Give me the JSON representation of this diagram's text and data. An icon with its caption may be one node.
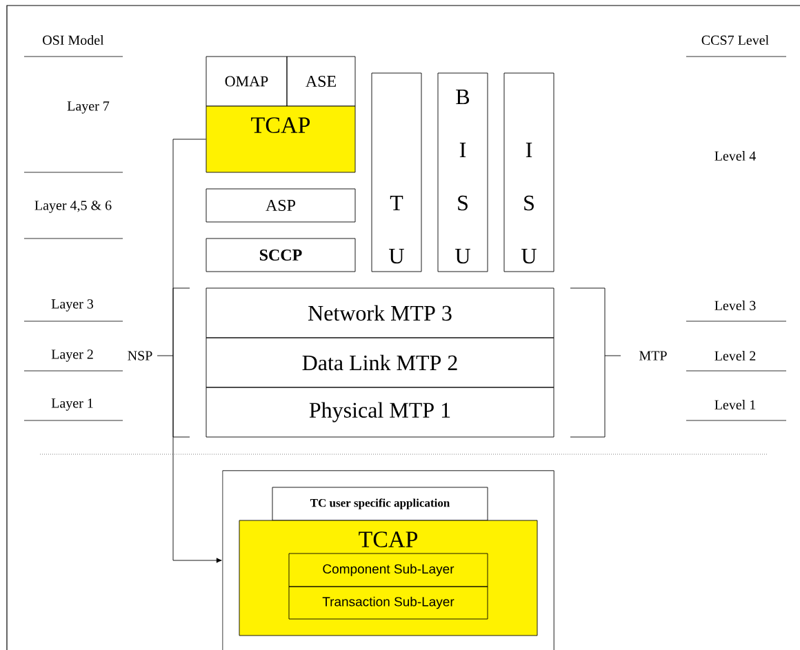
{
  "diagram": {
    "nodes": [
      {
        "text": [
          "OMAP"
        ]
      },
      {
        "text": [
          "ASE"
        ]
      },
      {
        "text": [
          "TCAP"
        ]
      },
      {
        "text": [
          "ASP"
        ]
      },
      {
        "text": [
          "SCCP"
        ]
      },
      {
        "text": [
          "T U"
        ]
      },
      {
        "text": [
          "B I S U"
        ]
      },
      {
        "text": [
          "I S U"
        ]
      },
      {
        "text": [
          "Network MTP 3"
        ]
      },
      {
        "text": [
          "Data Link MTP 2"
        ]
      },
      {
        "text": [
          "Physical MTP 1"
        ]
      },
      {
        "text": [],
        "shape": "box"
      },
      {
        "text": [
          "TC user specific application"
        ],
        "in": 11
      },
      {
        "text": [
          "TCAP"
        ],
        "in": 11
      },
      {
        "text": [
          "Component Sub-Layer"
        ],
        "in": 13
      },
      {
        "text": [
          "Transaction Sub-Layer"
        ],
        "in": 13
      }
    ],
    "edges": [
      {
        "from": 2,
        "to": 11,
        "arrow": "to"
      }
    ],
    "labels": [
      "OSI Model",
      "CCS7 Level",
      "Layer 7",
      "Level 4",
      "Layer 4,5 & 6",
      "Layer 3",
      "Level 3",
      "Layer 2",
      "NSP",
      "MTP",
      "Level 2",
      "Layer 1",
      "Level 1"
    ]
  }
}
